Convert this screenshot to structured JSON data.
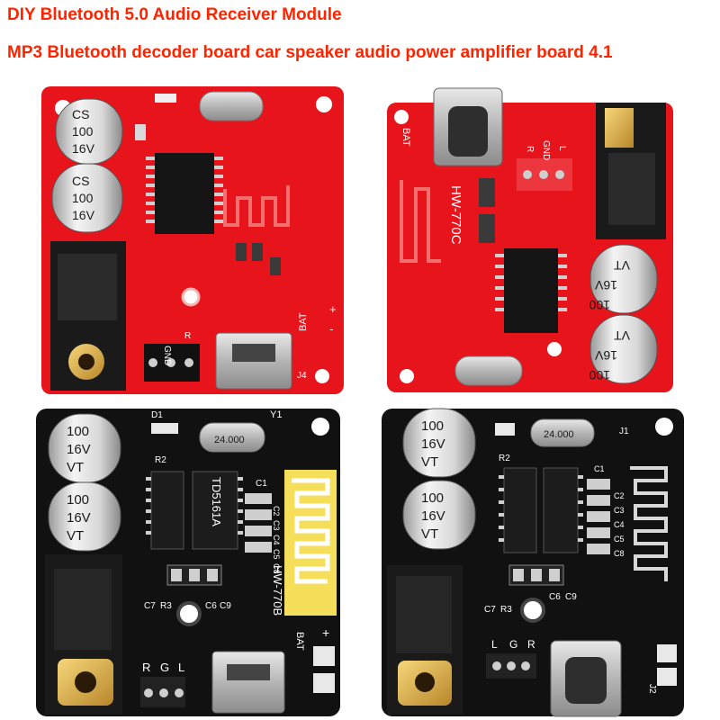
{
  "title_lines": [
    "DIY Bluetooth 5.0 Audio Receiver Module",
    "MP3 Bluetooth decoder board car speaker audio power amplifier board 4.1"
  ],
  "colors": {
    "title": "#ff2400",
    "board_red": "#e8141c",
    "board_black": "#111111",
    "silkscreen": "#ffffff"
  },
  "boards": [
    {
      "color": "red",
      "caps": [
        [
          "CS",
          "100",
          "16V"
        ],
        [
          "CS",
          "100",
          "16V"
        ]
      ],
      "labels": {
        "gnd": "GND",
        "r": "R",
        "bat": "BAT",
        "j4": "J4",
        "plus": "+",
        "minus": "-"
      }
    },
    {
      "color": "red",
      "model": "HW-770C",
      "caps": [
        [
          "VT",
          "16V",
          "100"
        ],
        [
          "VT",
          "16V",
          "100"
        ]
      ],
      "labels": {
        "bat": "BAT",
        "r": "R",
        "gnd": "GND",
        "l": "L"
      }
    },
    {
      "color": "black",
      "model": "HW-770B",
      "chip": "TD5161A",
      "crystal": "24.000",
      "caps": [
        [
          "100",
          "16V",
          "VT"
        ],
        [
          "100",
          "16V",
          "VT"
        ]
      ],
      "labels": {
        "d1": "D1",
        "y1": "Y1",
        "r2": "R2",
        "c1": "C1",
        "c2": "C2",
        "c3": "C3",
        "c4": "C4",
        "c5": "C5",
        "c8": "C8",
        "c7": "C7",
        "r3": "R3",
        "c6": "C6",
        "c9": "C9",
        "r": "R",
        "g": "G",
        "l": "L",
        "bat": "BAT",
        "plus": "+"
      }
    },
    {
      "color": "black",
      "crystal": "24.000",
      "caps": [
        [
          "100",
          "16V",
          "VT"
        ],
        [
          "100",
          "16V",
          "VT"
        ]
      ],
      "labels": {
        "j1": "J1",
        "r2": "R2",
        "c1": "C1",
        "c2": "C2",
        "c3": "C3",
        "c4": "C4",
        "c5": "C5",
        "c8": "C8",
        "c7": "C7",
        "r3": "R3",
        "c6": "C6",
        "c9": "C9",
        "l": "L",
        "g": "G",
        "r": "R",
        "j2": "J2"
      }
    }
  ]
}
